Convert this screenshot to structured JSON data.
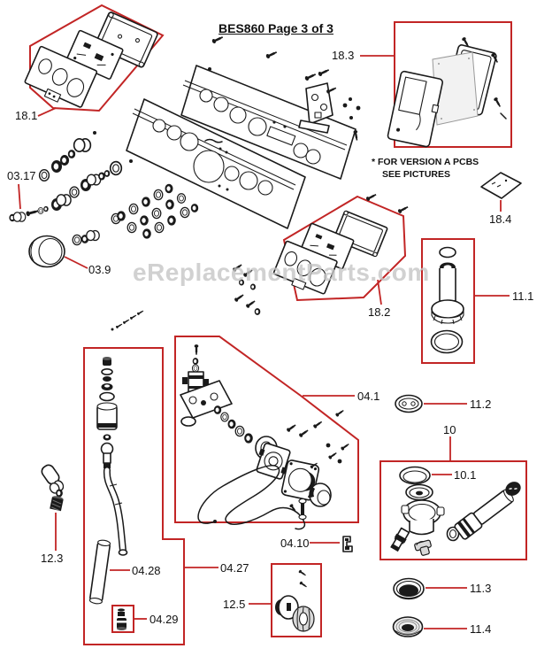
{
  "title": "BES860 Page 3 of 3",
  "watermark": "eReplacementParts.com",
  "note": {
    "line1": "* FOR VERSION A PCBS",
    "line2": "SEE PICTURES"
  },
  "callouts": {
    "c18_1": "18.1",
    "c18_2": "18.2",
    "c18_3": "18.3",
    "c18_4": "18.4",
    "c03_17": "03.17",
    "c03_9": "03.9",
    "c11_1": "11.1",
    "c11_2": "11.2",
    "c11_3": "11.3",
    "c11_4": "11.4",
    "c04_1": "04.1",
    "c04_10": "04.10",
    "c04_27": "04.27",
    "c04_28": "04.28",
    "c04_29": "04.29",
    "c10": "10",
    "c10_1": "10.1",
    "c12_3": "12.3",
    "c12_5": "12.5"
  },
  "colors": {
    "callout_red": "#c22525",
    "line_art": "#1a1a1a",
    "watermark_gray": "#c6c6c6",
    "ink": "#111111"
  }
}
